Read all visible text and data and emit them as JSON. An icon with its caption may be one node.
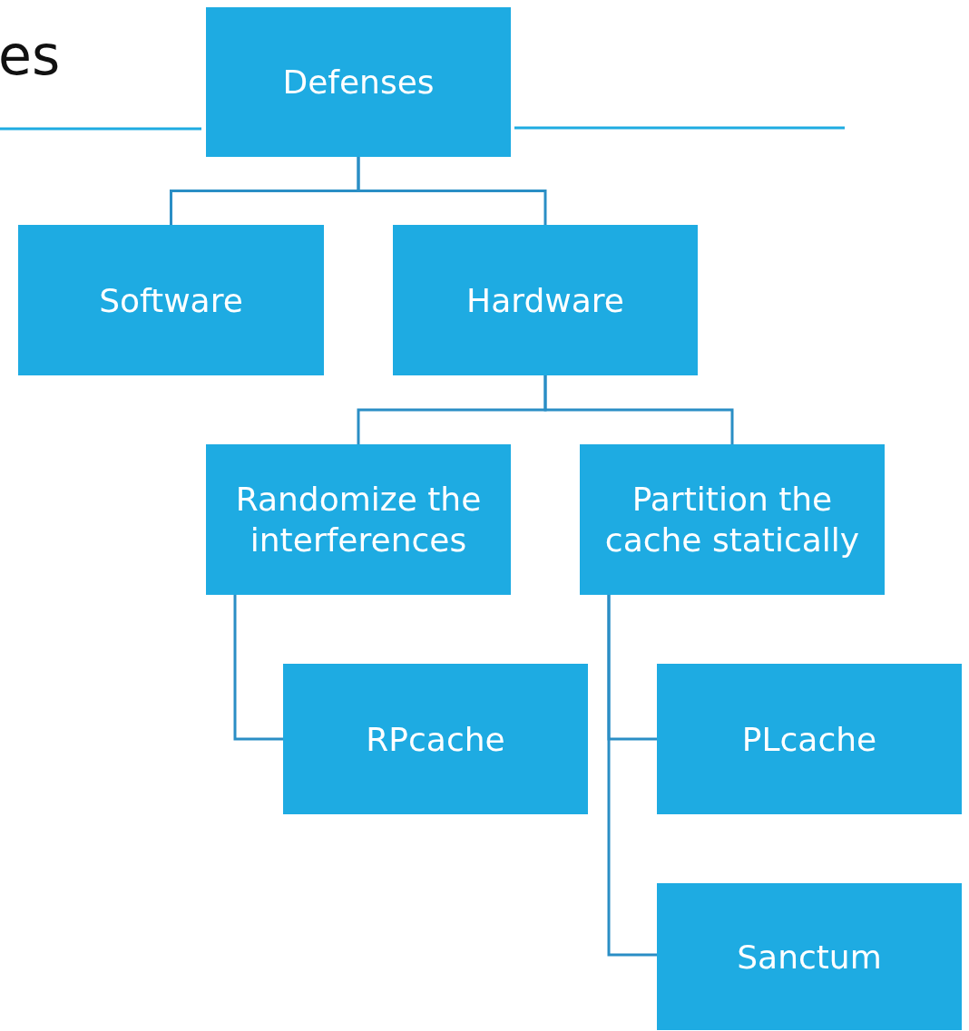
{
  "diagram": {
    "nodes": [
      {
        "text": [
          "Defenses"
        ]
      },
      {
        "text": [
          "Software"
        ]
      },
      {
        "text": [
          "Hardware"
        ]
      },
      {
        "text": [
          "Randomize the interferences"
        ]
      },
      {
        "text": [
          "Partition the cache statically"
        ]
      },
      {
        "text": [
          "RPcache"
        ]
      },
      {
        "text": [
          "PLcache"
        ]
      },
      {
        "text": [
          "Sanctum"
        ]
      }
    ],
    "edges": [
      {
        "from": 0,
        "to": 1,
        "arrow": "none"
      },
      {
        "from": 0,
        "to": 2,
        "arrow": "none"
      },
      {
        "from": 2,
        "to": 3,
        "arrow": "none"
      },
      {
        "from": 2,
        "to": 4,
        "arrow": "none"
      },
      {
        "from": 3,
        "to": 5,
        "arrow": "none"
      },
      {
        "from": 4,
        "to": 6,
        "arrow": "none"
      },
      {
        "from": 4,
        "to": 7,
        "arrow": "none"
      }
    ],
    "labels": [
      "es"
    ]
  }
}
